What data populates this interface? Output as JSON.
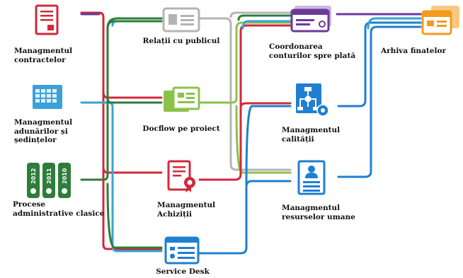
{
  "colors": {
    "red": "#d2283c",
    "green": "#2e7d3a",
    "lightgreen": "#8bc34a",
    "blue": "#1f7fd2",
    "lightblue": "#3aa2d8",
    "gray": "#b4b4b4",
    "purple": "#6a3a9a",
    "orange": "#f29b1d"
  },
  "nodes": [
    {
      "id": "contracts",
      "label": "Managmentul\ncontractelor",
      "icon": "document-stamp-icon",
      "color": "#d2283c"
    },
    {
      "id": "meetings",
      "label": "Managmentul\nadunărilor și\nședințelor",
      "icon": "calendar-icon",
      "color": "#3aa2d8"
    },
    {
      "id": "admin",
      "label": "Procese\nadministrative clasice",
      "icon": "binders-icon",
      "color": "#2e7d3a",
      "binder_years": [
        "2012",
        "2011",
        "2010"
      ]
    },
    {
      "id": "pr",
      "label": "Relații cu publicul",
      "icon": "id-card-icon",
      "color": "#b4b4b4"
    },
    {
      "id": "docflow",
      "label": "Docflow pe proiect",
      "icon": "project-sheets-icon",
      "color": "#8bc34a"
    },
    {
      "id": "procurement",
      "label": "Managmentul\nAchiziții",
      "icon": "certificate-icon",
      "color": "#d2283c"
    },
    {
      "id": "servicedesk",
      "label": "Service Desk",
      "icon": "form-icon",
      "color": "#1f7fd2"
    },
    {
      "id": "payment",
      "label": "Coordonarea\nconturilor spre plată",
      "icon": "cheque-icon",
      "color": "#6a3a9a"
    },
    {
      "id": "quality",
      "label": "Managmentul\ncalității",
      "icon": "flowchart-gear-icon",
      "color": "#1f7fd2"
    },
    {
      "id": "hr",
      "label": "Managmentul\nresurselor umane",
      "icon": "personnel-file-icon",
      "color": "#1f7fd2"
    },
    {
      "id": "archive",
      "label": "Arhiva finatelor",
      "icon": "archive-files-icon",
      "color": "#f29b1d"
    }
  ]
}
